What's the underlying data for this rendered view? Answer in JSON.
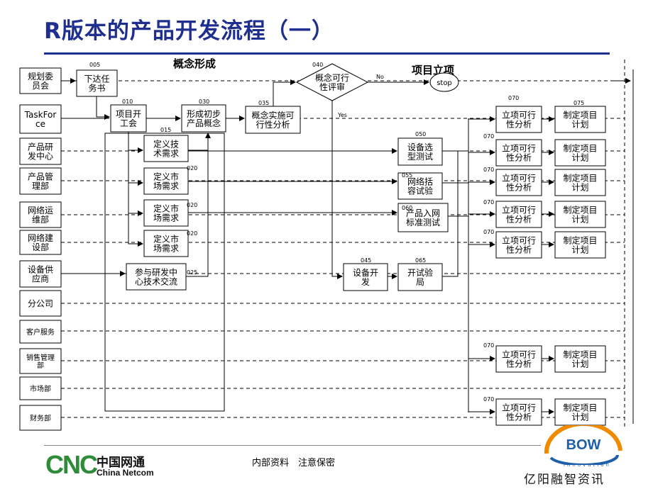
{
  "title": "R版本的产品开发流程（一）",
  "section_labels": {
    "concept": "概念形成",
    "project": "项目立项"
  },
  "lanes": [
    {
      "name": "规划委员会",
      "lines": [
        "规划委",
        "员会"
      ]
    },
    {
      "name": "TaskForce",
      "lines": [
        "TaskFor",
        "ce"
      ]
    },
    {
      "name": "产品研发中心",
      "lines": [
        "产品研",
        "发中心"
      ]
    },
    {
      "name": "产品管理部",
      "lines": [
        "产品管",
        "理部"
      ]
    },
    {
      "name": "网络运维部",
      "lines": [
        "网络运",
        "维部"
      ]
    },
    {
      "name": "网络建设部",
      "lines": [
        "网络建",
        "设部"
      ]
    },
    {
      "name": "设备供应商",
      "lines": [
        "设备供",
        "应商"
      ]
    },
    {
      "name": "分公司",
      "lines": [
        "分公司"
      ]
    },
    {
      "name": "客户服务",
      "lines": [
        "客户服务"
      ]
    },
    {
      "name": "销售管理部",
      "lines": [
        "销售管理",
        "部"
      ]
    },
    {
      "name": "市场部",
      "lines": [
        "市场部"
      ]
    },
    {
      "name": "财务部",
      "lines": [
        "财务部"
      ]
    }
  ],
  "steps": [
    {
      "code": "005",
      "lines": [
        "下达任",
        "务书"
      ]
    },
    {
      "code": "010",
      "lines": [
        "项目开",
        "工会"
      ]
    },
    {
      "code": "015",
      "lines": [
        "定义技",
        "术需求"
      ]
    },
    {
      "code": "020",
      "lines": [
        "定义市",
        "场需求"
      ]
    },
    {
      "code": "020",
      "lines": [
        "定义市",
        "场需求"
      ]
    },
    {
      "code": "020",
      "lines": [
        "定义市",
        "场需求"
      ]
    },
    {
      "code": "025",
      "lines": [
        "参与研发中",
        "心技术交流"
      ]
    },
    {
      "code": "030",
      "lines": [
        "形成初步",
        "产品概念"
      ]
    },
    {
      "code": "035",
      "lines": [
        "概念实施可",
        "行性分析"
      ]
    },
    {
      "code": "045",
      "lines": [
        "设备开",
        "发"
      ]
    },
    {
      "code": "050",
      "lines": [
        "设备选",
        "型测试"
      ]
    },
    {
      "code": "055",
      "lines": [
        "网络括",
        "容试验"
      ]
    },
    {
      "code": "060",
      "lines": [
        "产品入网",
        "标准测试"
      ]
    },
    {
      "code": "065",
      "lines": [
        "开试验",
        "局"
      ]
    }
  ],
  "decision": {
    "code": "040",
    "lines": [
      "概念可行",
      "性评审"
    ],
    "no_label": "No",
    "yes_label": "Yes"
  },
  "stop_label": "stop",
  "feasibility": {
    "code": "070",
    "lines": [
      "立项可行",
      "性分析"
    ]
  },
  "plan": {
    "code": "075",
    "lines": [
      "制定项目",
      "计划"
    ]
  },
  "footer": {
    "text": "内部资料　注意保密"
  },
  "logo_left": {
    "mark": "CNC",
    "cn": "中国网通",
    "en": "China Netcom"
  },
  "logo_right": {
    "mark": "BOW",
    "sub": "innovation",
    "cn": "亿阳融智资讯"
  },
  "colors": {
    "title": "#1f2f8f",
    "cnc_green": "#2e8b3a",
    "bow_orange": "#f08a00",
    "bow_blue": "#1d5fa8"
  }
}
